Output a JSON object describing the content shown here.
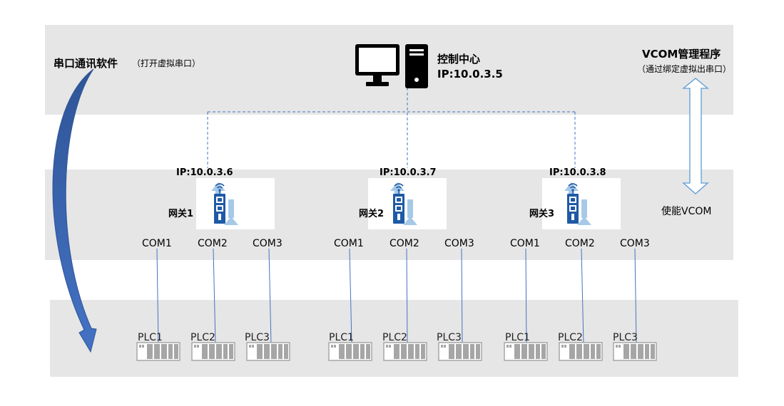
{
  "software": {
    "title": "串口通讯软件",
    "subtitle": "（打开虚拟串口）"
  },
  "control_center": {
    "title": "控制中心",
    "ip": "IP:10.0.3.5"
  },
  "vcom": {
    "title": "VCOM管理程序",
    "subtitle": "（通过绑定虚拟出串口）",
    "enable_label": "使能VCOM"
  },
  "gateways": [
    {
      "name": "网关1",
      "ip": "IP:10.0.3.6",
      "ports": [
        "COM1",
        "COM2",
        "COM3"
      ],
      "plcs": [
        "PLC1",
        "PLC2",
        "PLC3"
      ]
    },
    {
      "name": "网关2",
      "ip": "IP:10.0.3.7",
      "ports": [
        "COM1",
        "COM2",
        "COM3"
      ],
      "plcs": [
        "PLC1",
        "PLC2",
        "PLC3"
      ]
    },
    {
      "name": "网关3",
      "ip": "IP:10.0.3.8",
      "ports": [
        "COM1",
        "COM2",
        "COM3"
      ],
      "plcs": [
        "PLC1",
        "PLC2",
        "PLC3"
      ]
    }
  ],
  "colors": {
    "band": "#e6e6e6",
    "line_blue": "#4472c4",
    "gateway_blue": "#1f5aa6",
    "arrow_light_blue": "#9dc3e6",
    "plc_gray": "#a6a6a6"
  }
}
